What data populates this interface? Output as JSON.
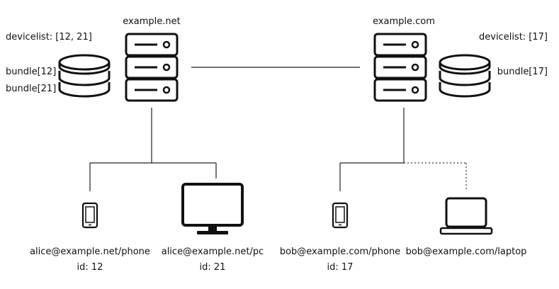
{
  "servers": [
    {
      "domain": "example.net",
      "devicelist": "devicelist: [12, 21]",
      "bundles": [
        "bundle[12]",
        "bundle[21]"
      ],
      "icon": "server-icon"
    },
    {
      "domain": "example.com",
      "devicelist": "devicelist: [17]",
      "bundles": [
        "bundle[17]"
      ],
      "icon": "server-icon"
    }
  ],
  "devices": [
    {
      "jid": "alice@example.net/phone",
      "id": "id: 12",
      "icon": "phone-icon"
    },
    {
      "jid": "alice@example.net/pc",
      "id": "id: 21",
      "icon": "monitor-icon"
    },
    {
      "jid": "bob@example.com/phone",
      "id": "id: 17",
      "icon": "phone-icon"
    },
    {
      "jid": "bob@example.com/laptop",
      "id": "",
      "icon": "laptop-icon"
    }
  ],
  "connections": [
    {
      "from": "example.net",
      "to": "example.com",
      "style": "solid"
    },
    {
      "from": "example.net",
      "to": "alice@example.net/phone",
      "style": "solid"
    },
    {
      "from": "example.net",
      "to": "alice@example.net/pc",
      "style": "solid"
    },
    {
      "from": "example.com",
      "to": "bob@example.com/phone",
      "style": "solid"
    },
    {
      "from": "example.com",
      "to": "bob@example.com/laptop",
      "style": "dotted"
    }
  ]
}
